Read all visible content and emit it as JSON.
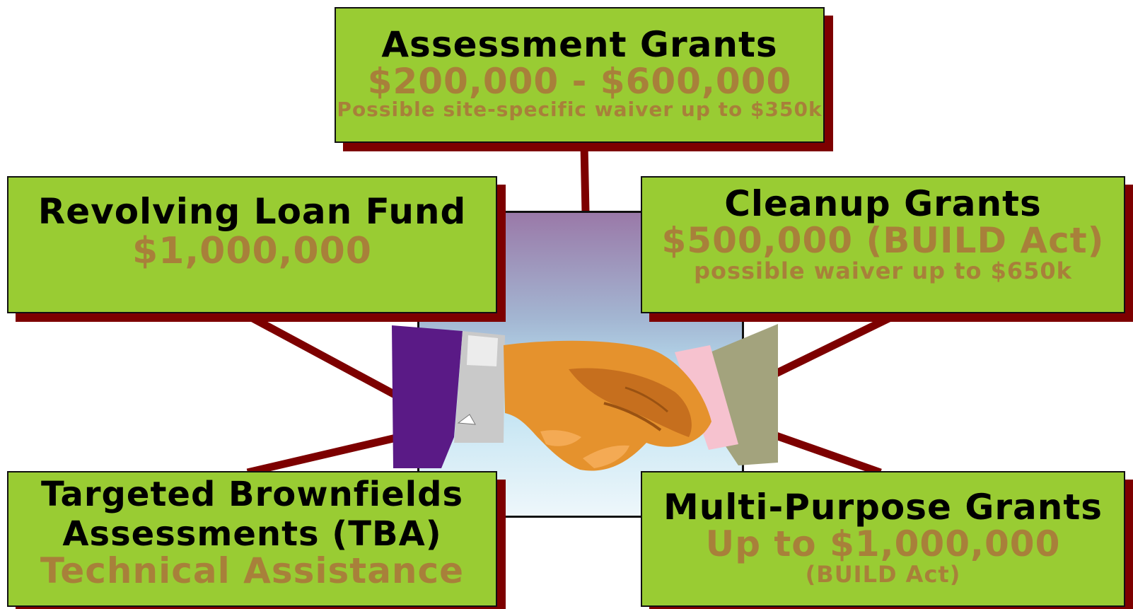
{
  "colors": {
    "box_fill": "#99cc33",
    "box_shadow": "#7d0000",
    "title_text": "#000000",
    "value_text": "#a8803a",
    "connector": "#7d0000"
  },
  "center": {
    "icon": "handshake-icon"
  },
  "boxes": {
    "assessment": {
      "title": "Assessment Grants",
      "value": "$200,000 - $600,000",
      "note": "Possible site-specific waiver up to $350k"
    },
    "revolving_loan": {
      "title": "Revolving Loan Fund",
      "value": "$1,000,000"
    },
    "cleanup": {
      "title": "Cleanup Grants",
      "value": "$500,000 (BUILD Act)",
      "note": "possible waiver up to $650k"
    },
    "tba": {
      "title_line1": "Targeted Brownfields",
      "title_line2": "Assessments (TBA)",
      "value": "Technical Assistance"
    },
    "multi_purpose": {
      "title": "Multi-Purpose Grants",
      "value": "Up to $1,000,000",
      "note": "(BUILD Act)"
    }
  }
}
